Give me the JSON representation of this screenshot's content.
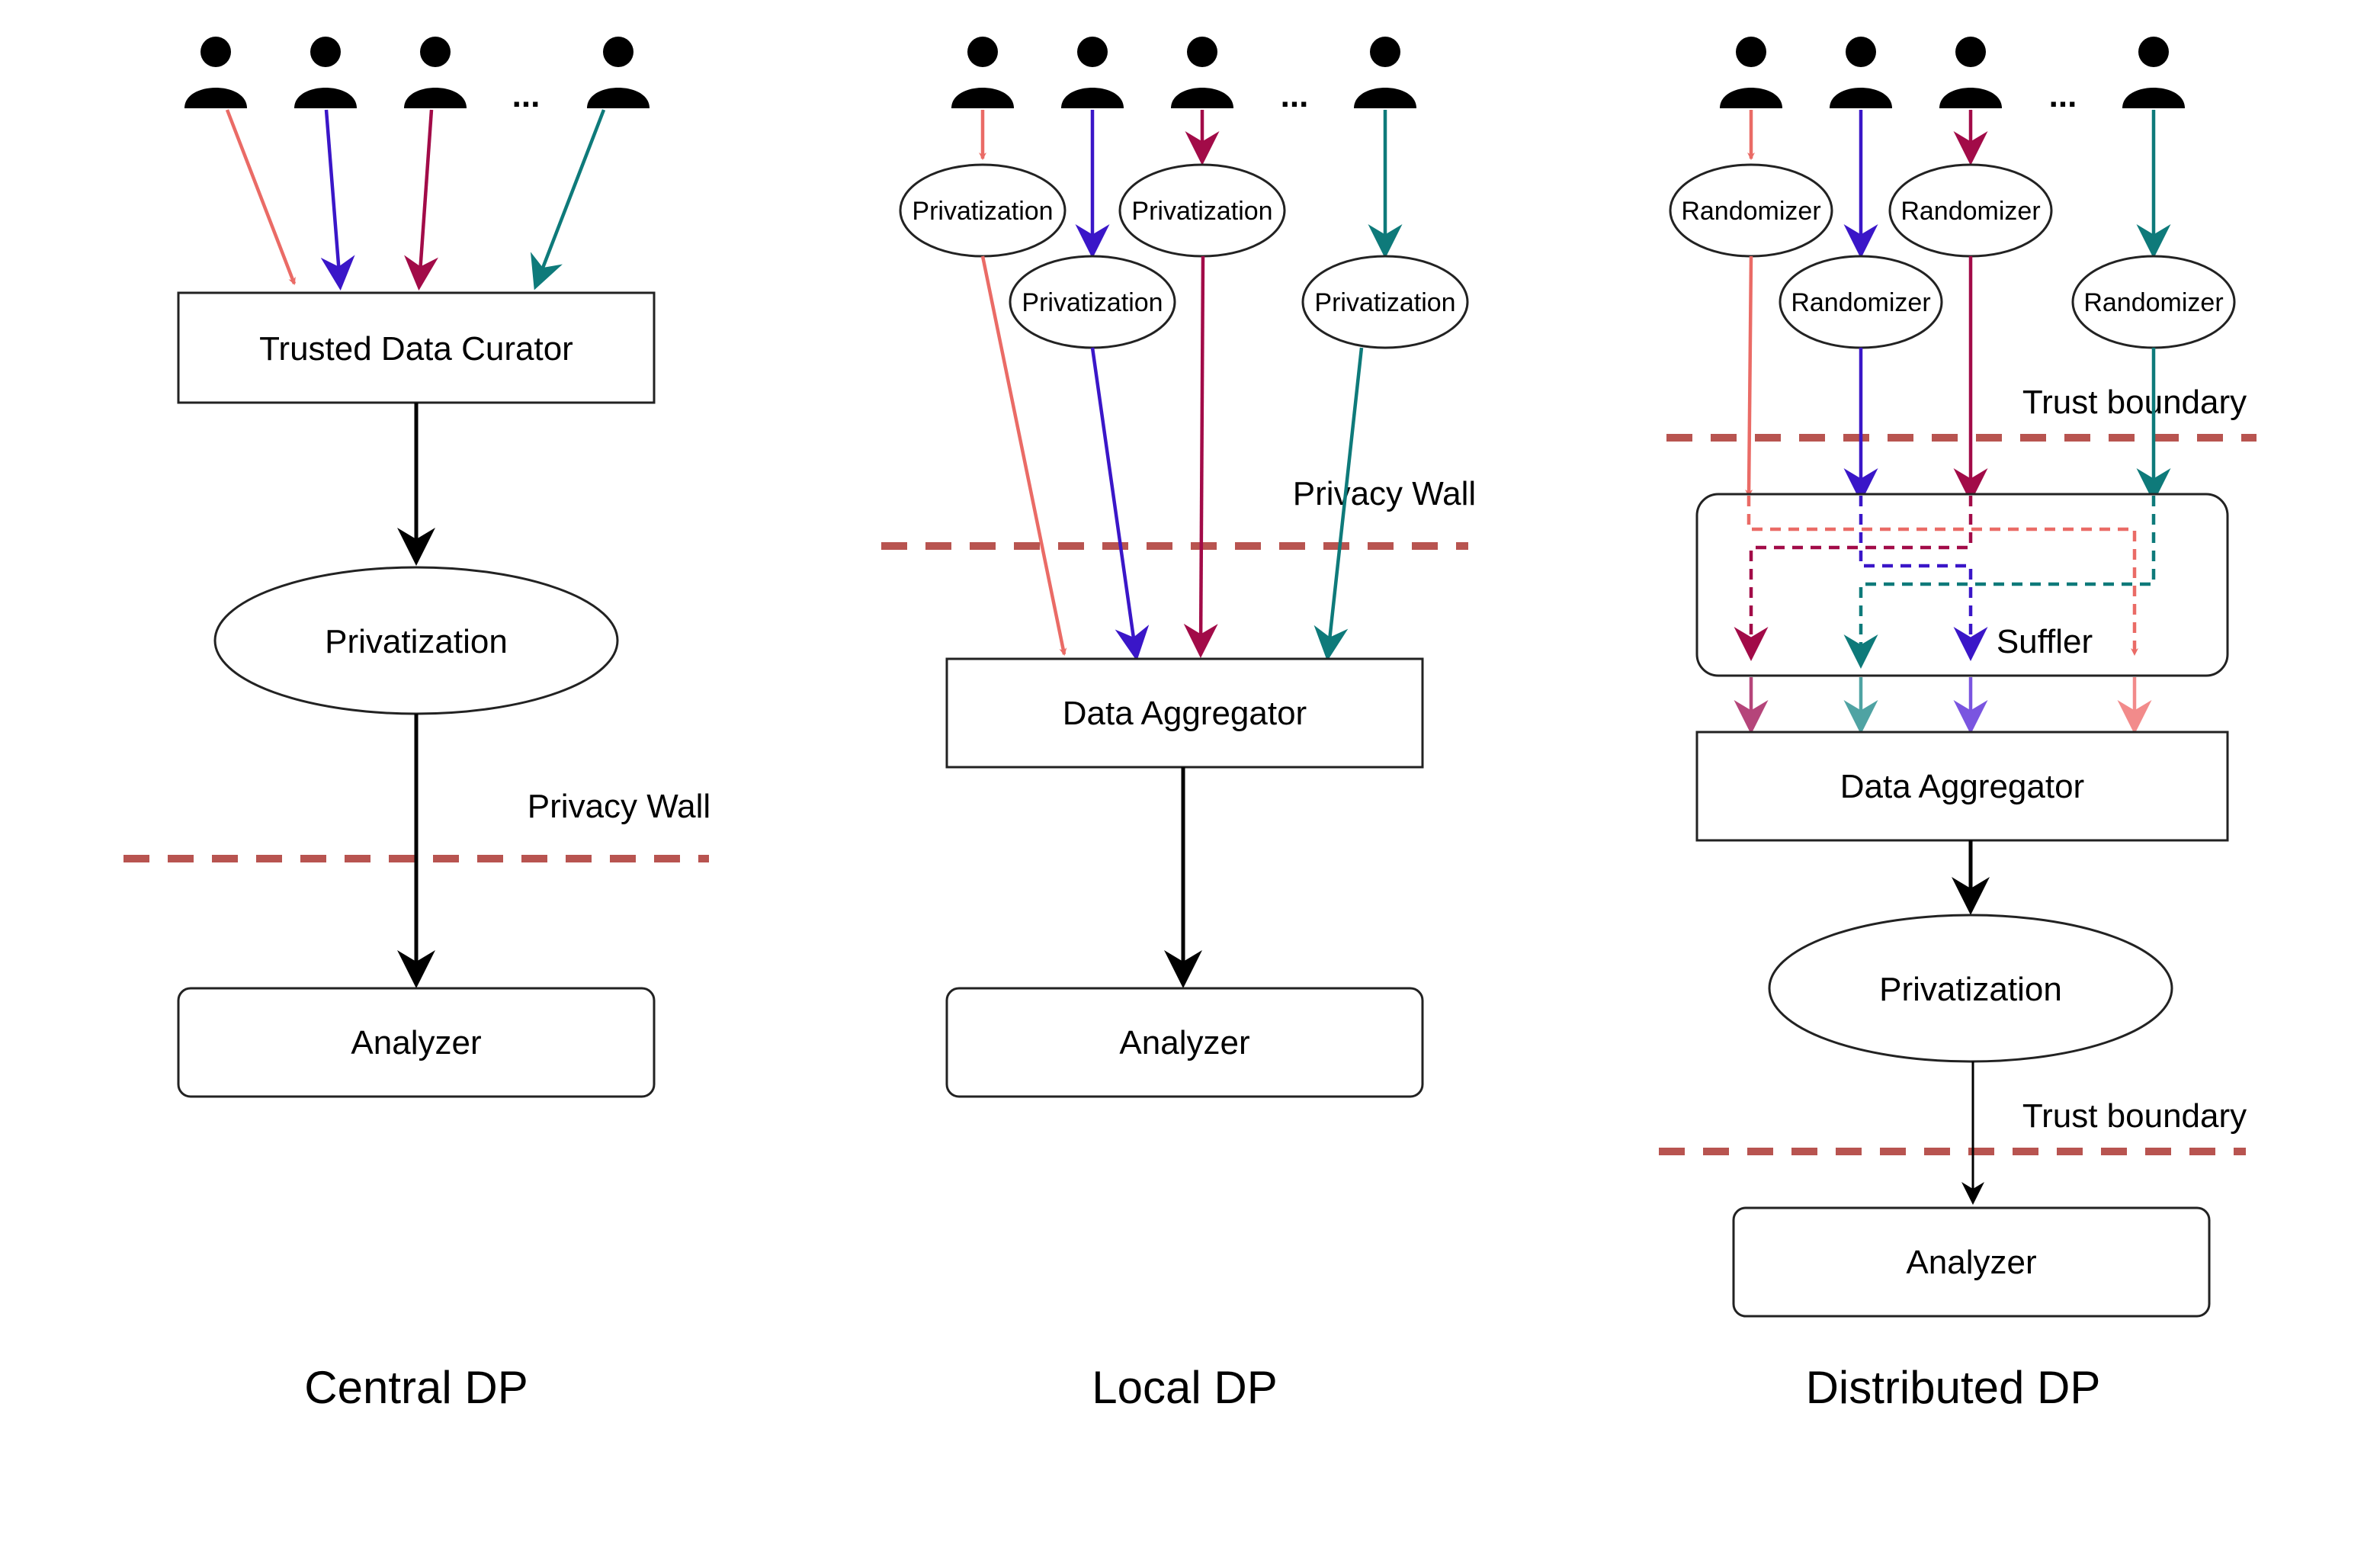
{
  "colors": {
    "salmon": "#ea6b66",
    "indigo": "#3a16c8",
    "crimson": "#a20b48",
    "teal": "#0e7a7a",
    "wall": "#b85450"
  },
  "icons": [
    "user-icon"
  ],
  "central": {
    "caption": "Central DP",
    "ellipsis": "...",
    "curator": "Trusted Data Curator",
    "privatization": "Privatization",
    "wall_label": "Privacy Wall",
    "analyzer": "Analyzer"
  },
  "local": {
    "caption": "Local DP",
    "ellipsis": "...",
    "privatization_1": "Privatization",
    "privatization_2": "Privatization",
    "privatization_3": "Privatization",
    "privatization_4": "Privatization",
    "wall_label": "Privacy Wall",
    "aggregator": "Data Aggregator",
    "analyzer": "Analyzer"
  },
  "distributed": {
    "caption": "Distributed DP",
    "ellipsis": "...",
    "randomizer_1": "Randomizer",
    "randomizer_2": "Randomizer",
    "randomizer_3": "Randomizer",
    "randomizer_4": "Randomizer",
    "trust_boundary_top": "Trust boundary",
    "shuffler": "Suffler",
    "aggregator": "Data Aggregator",
    "privatization": "Privatization",
    "trust_boundary_bottom": "Trust boundary",
    "analyzer": "Analyzer"
  }
}
